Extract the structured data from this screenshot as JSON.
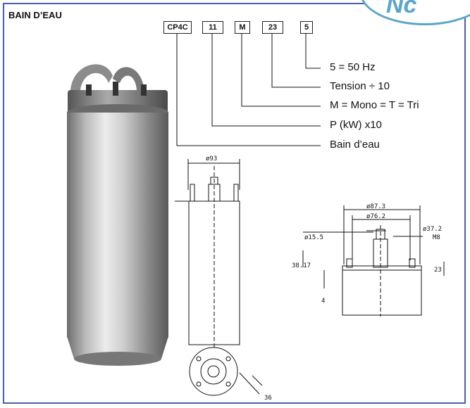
{
  "title": "BAIN D’EAU",
  "badge": "Nc",
  "code_boxes": [
    "CP4C",
    "11",
    "M",
    "23",
    "5"
  ],
  "legend": [
    "5 = 50 Hz",
    "Tension ÷ 10",
    "M = Mono = T = Tri",
    "P (kW) x10",
    "Bain d’eau"
  ],
  "dimensions": {
    "d93": "ø93",
    "d87": "ø87.3",
    "d76": "ø76.2",
    "d37": "ø37.2",
    "d15": "ø15.5",
    "m8": "M8",
    "h38": "38.17",
    "h23": "23",
    "h4": "4",
    "w36": "36"
  }
}
